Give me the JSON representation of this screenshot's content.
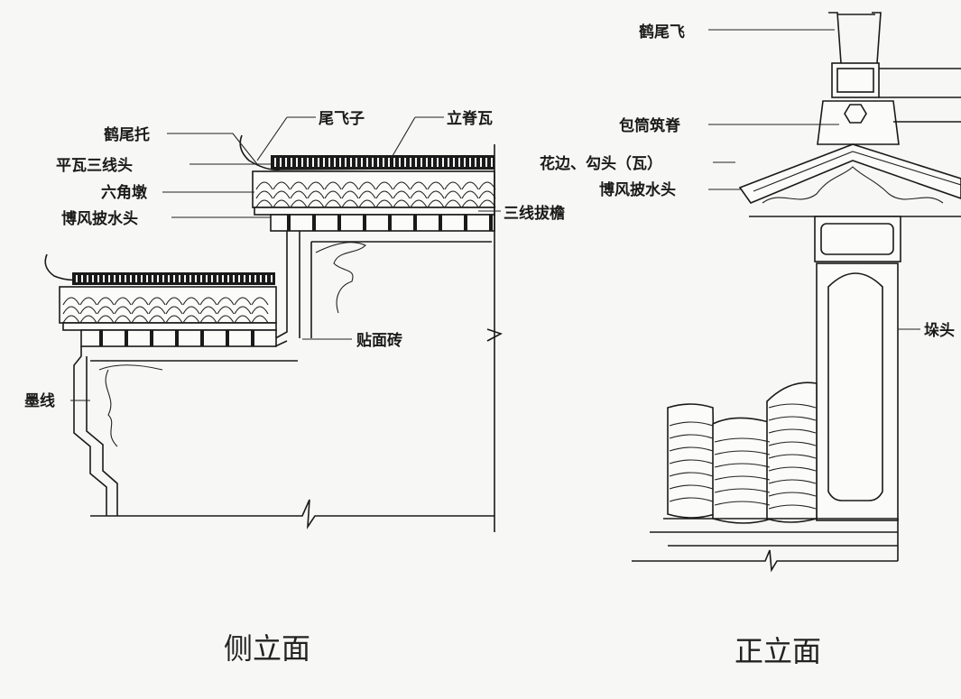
{
  "side_elevation": {
    "title": "侧立面",
    "labels": {
      "hewei_tuo": "鹤尾托",
      "weifeizi": "尾飞子",
      "liji_wa": "立脊瓦",
      "pingwa_sanxiantou": "平瓦三线头",
      "liujiao_dun": "六角墩",
      "bofeng_pishuitou": "博风披水头",
      "sanxian_bayan": "三线拔檐",
      "tiemian_zhuan": "贴面砖",
      "moxian": "墨线"
    }
  },
  "front_elevation": {
    "title": "正立面",
    "labels": {
      "hewei_fei": "鹤尾飞",
      "baotong_zhuji": "包筒筑脊",
      "huabian_goutou": "花边、勾头（瓦）",
      "bofeng_pishuitou": "博风披水头",
      "duotou": "垛头"
    }
  }
}
